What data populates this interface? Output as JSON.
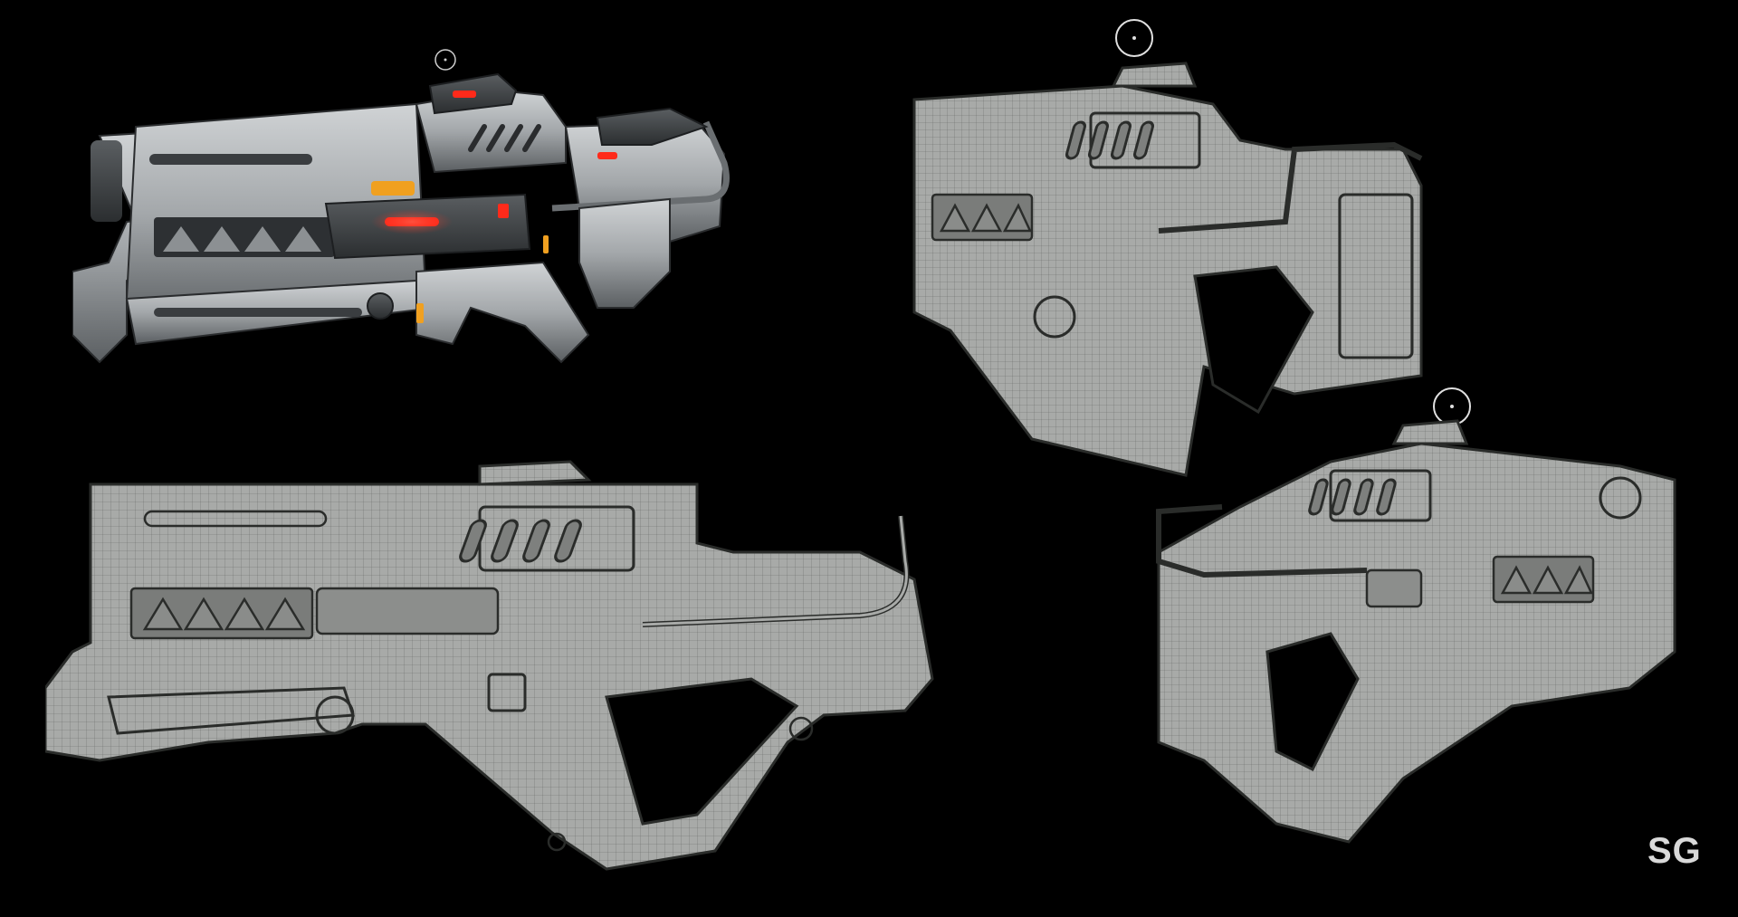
{
  "scene": {
    "description_label": "",
    "background": "#000000"
  },
  "views": [
    {
      "name": "shaded-render",
      "style": "shaded"
    },
    {
      "name": "wireframe-side",
      "style": "wireframe"
    },
    {
      "name": "wireframe-three-quarter-front",
      "style": "wireframe"
    },
    {
      "name": "wireframe-three-quarter-back",
      "style": "wireframe"
    }
  ],
  "colors": {
    "metal_light": "#b9bcbe",
    "metal_mid": "#8d9193",
    "metal_dark": "#3f4245",
    "accent_red": "#ff2a1a",
    "accent_orange": "#f0a020",
    "wire_fill": "#a8aaa8",
    "wire_line": "#5e605e",
    "wire_edge": "#2a2c2a"
  },
  "signature": {
    "text": "SG"
  }
}
